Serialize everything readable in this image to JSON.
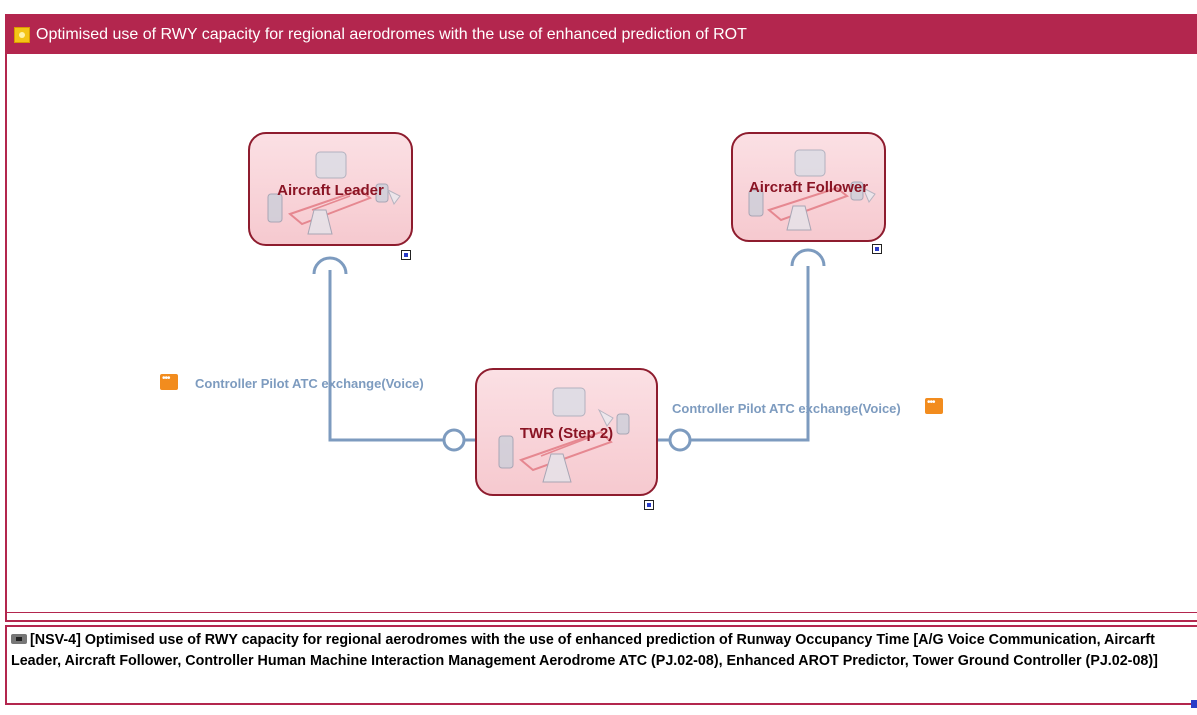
{
  "diagram": {
    "title": "Optimised use of RWY capacity for regional aerodromes with the use of enhanced prediction of ROT",
    "caption": "[NSV-4] Optimised use of RWY capacity for regional aerodromes with the use of enhanced prediction of Runway Occupancy Time  [A/G Voice Communication, Aircarft Leader, Aircraft Follower, Controller Human Machine Interaction Management Aerodrome ATC (PJ.02-08), Enhanced AROT Predictor, Tower Ground Controller (PJ.02-08)]",
    "nodes": {
      "leader": "Aircraft Leader",
      "follower": "Aircraft Follower",
      "twr": "TWR (Step 2)"
    },
    "connections": {
      "left": "Controller Pilot ATC exchange(Voice)",
      "right": "Controller Pilot ATC exchange(Voice)"
    },
    "colors": {
      "frame": "#b3264e",
      "node_border": "#8e1c2e",
      "node_fill": "#f8d3d8",
      "connector": "#7d9bbf",
      "label_text": "#8a1424",
      "interface_icon": "#f28c1e"
    },
    "icons": {
      "title": "package-icon",
      "caption": "diagram-icon",
      "node": "system-icon",
      "connection": "interface-icon"
    }
  }
}
